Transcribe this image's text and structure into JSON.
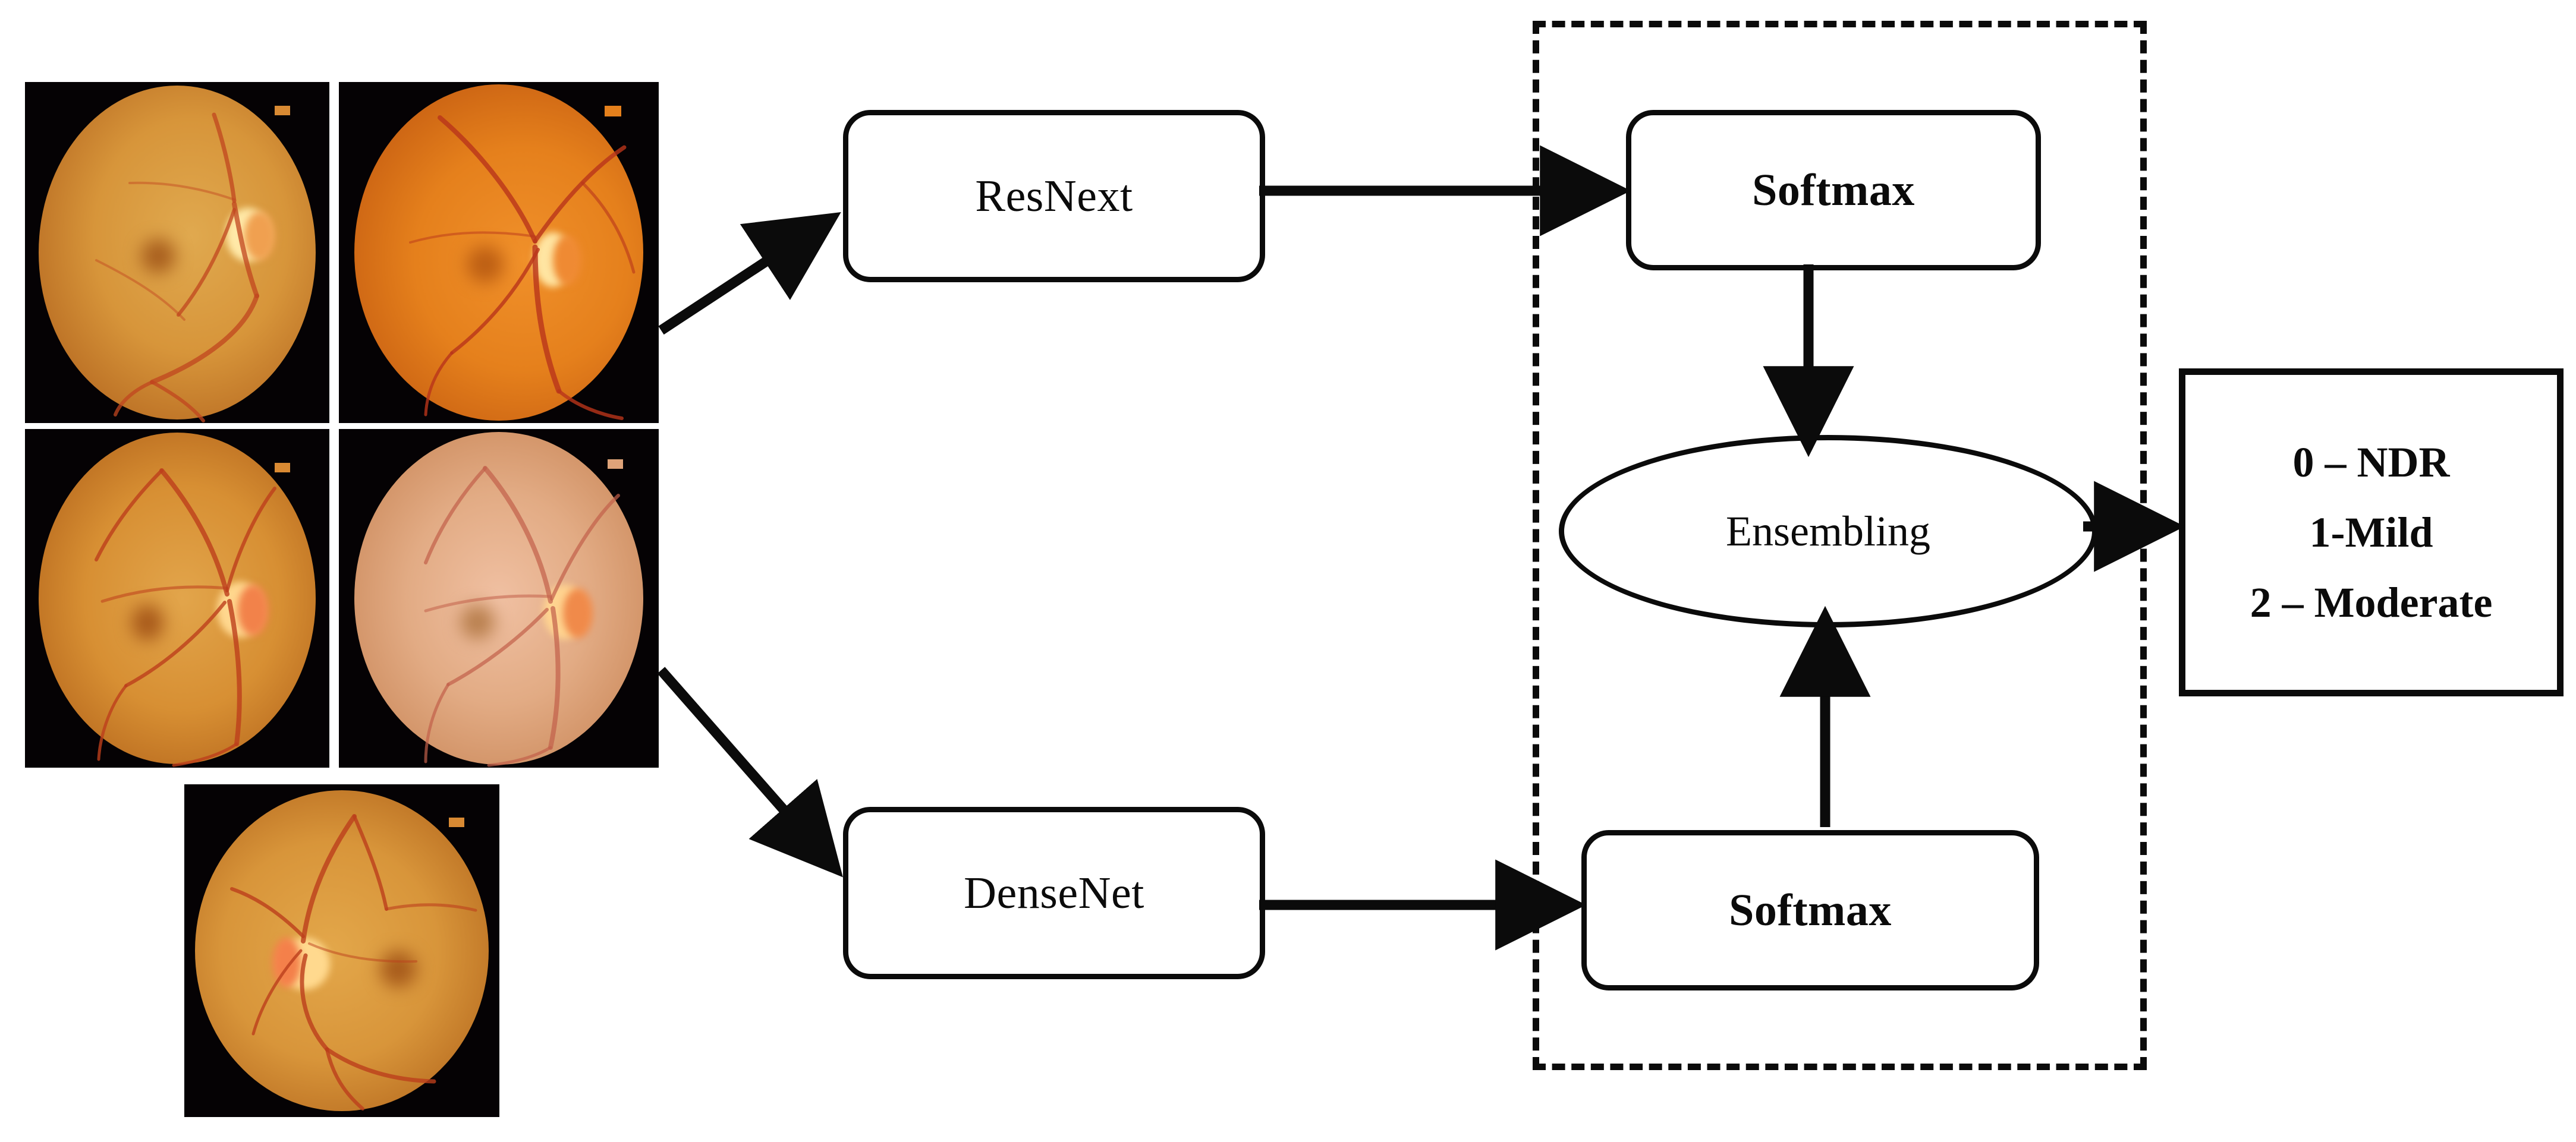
{
  "diagram": {
    "title": "Ensemble deep learning pipeline for diabetic retinopathy grading",
    "stroke_color": "#0b0b0b",
    "background_color": "#ffffff"
  },
  "inputs": {
    "label": "retinal fundus images",
    "count": 5,
    "images": [
      {
        "name": "fundus-image-1",
        "tint": "#d99a3e",
        "disc_side": "right",
        "alt": "retinal fundus photograph"
      },
      {
        "name": "fundus-image-2",
        "tint": "#e2801f",
        "disc_side": "right",
        "alt": "retinal fundus photograph"
      },
      {
        "name": "fundus-image-3",
        "tint": "#d9913c",
        "disc_side": "right",
        "alt": "retinal fundus photograph"
      },
      {
        "name": "fundus-image-4",
        "tint": "#ddA080",
        "disc_side": "right",
        "alt": "retinal fundus photograph"
      },
      {
        "name": "fundus-image-5",
        "tint": "#d9963c",
        "disc_side": "left",
        "alt": "retinal fundus photograph"
      }
    ]
  },
  "models": {
    "resnext_label": "ResNext",
    "densenet_label": "DenseNet"
  },
  "ensemble": {
    "softmax_top_label": "Softmax",
    "softmax_bottom_label": "Softmax",
    "ensembling_label": "Ensembling"
  },
  "output": {
    "classes": [
      "0 – NDR",
      "1-Mild",
      "2 – Moderate"
    ]
  }
}
